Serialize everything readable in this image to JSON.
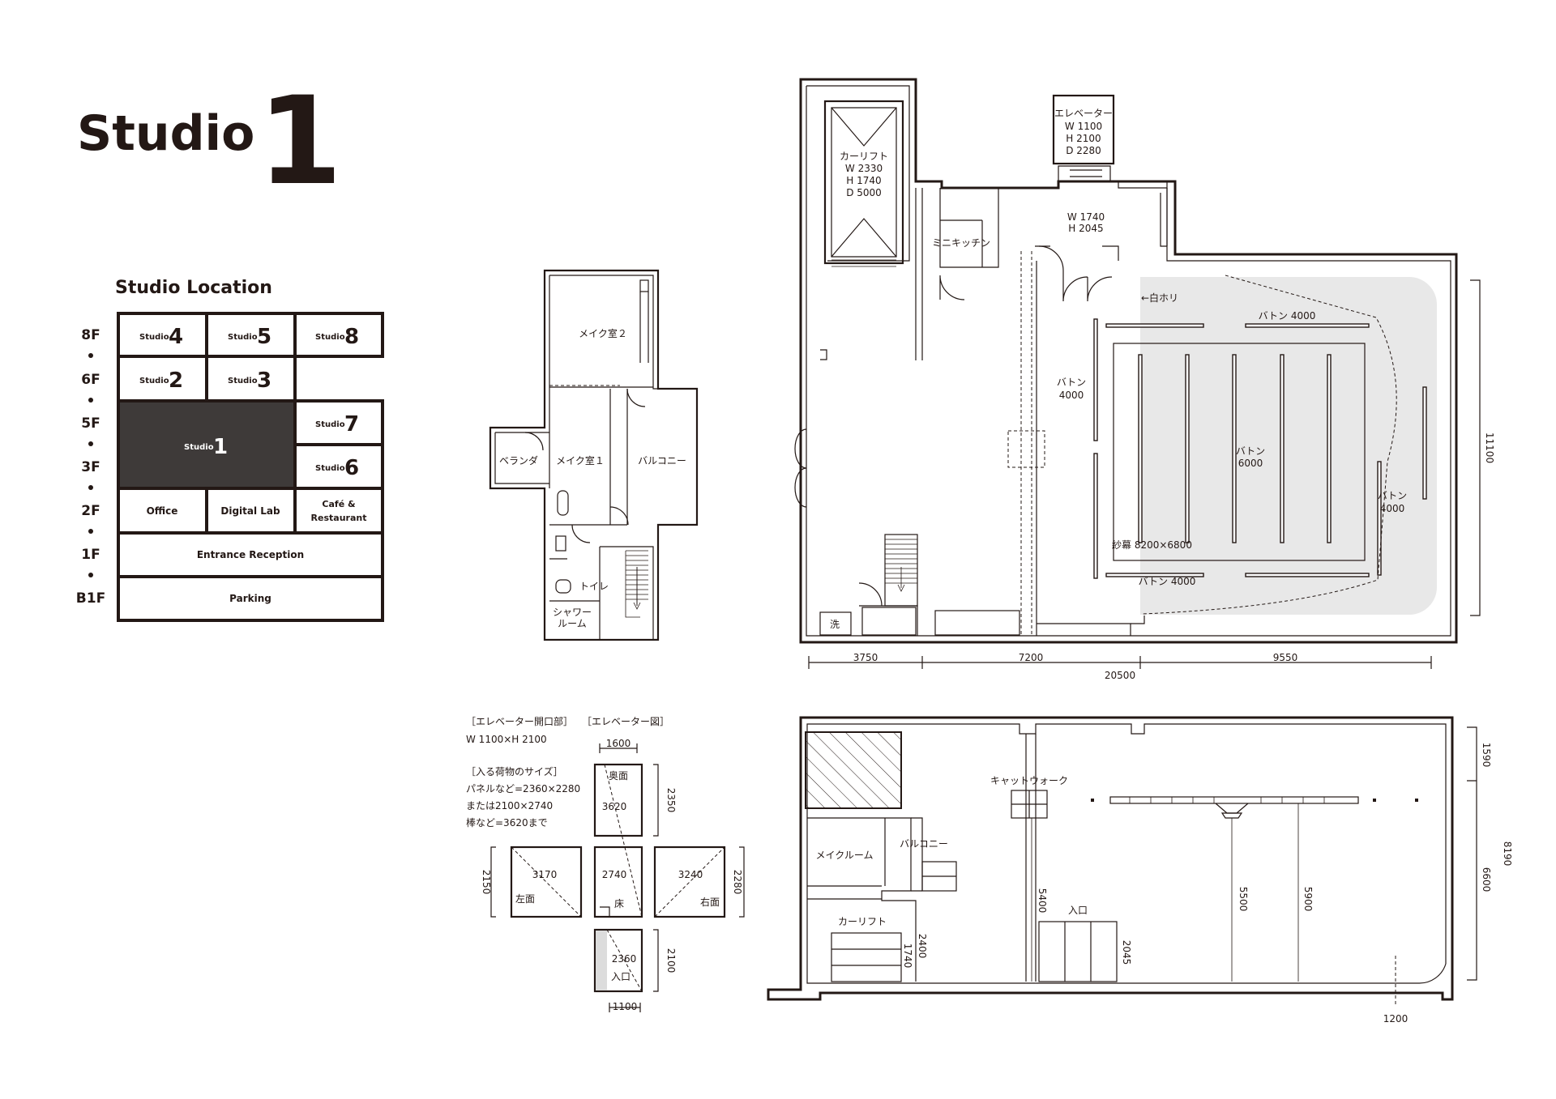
{
  "header": {
    "title_word": "Studio",
    "title_number": "1"
  },
  "location": {
    "heading": "Studio Location",
    "floors": [
      "8F",
      "6F",
      "5F",
      "3F",
      "2F",
      "1F",
      "B1F"
    ],
    "studio_prefix": "Studio",
    "studios": [
      {
        "num": "4"
      },
      {
        "num": "5"
      },
      {
        "num": "8"
      },
      {
        "num": "2"
      },
      {
        "num": "3"
      },
      {
        "num": "1"
      },
      {
        "num": "7"
      },
      {
        "num": "6"
      }
    ],
    "rooms": {
      "office": "Office",
      "digital_lab": "Digital Lab",
      "cafe_line1": "Café &",
      "cafe_line2": "Restaurant",
      "entrance": "Entrance  Reception",
      "parking": "Parking"
    },
    "colors": {
      "selected": "#3e3a39",
      "line": "#231815"
    }
  },
  "floorplan": {
    "car_lift": [
      "カーリフト",
      "W 2330",
      "H 1740",
      "D 5000"
    ],
    "elevator": [
      "エレベーター",
      "W 1100",
      "H 2100",
      "D 2280"
    ],
    "door": [
      "W 1740",
      "H 2045"
    ],
    "mini_kitchen": "ミニキッチン",
    "shirohori": "←白ホリ",
    "batons": {
      "top": "バトン 4000",
      "left": [
        "バトン",
        "4000"
      ],
      "center": [
        "バトン",
        "6000"
      ],
      "right": [
        "バトン",
        "4000"
      ],
      "bottom": "バトン 4000"
    },
    "curtain": "紗幕 8200×6800",
    "wash": "洗",
    "dims": [
      "3750",
      "7200",
      "9550"
    ],
    "total_width": "20500",
    "total_depth": "11100"
  },
  "makeup": {
    "room2": "メイク室２",
    "room1": "メイク室１",
    "veranda": "ベランダ",
    "balcony": "バルコニー",
    "toilet": "トイレ",
    "shower": [
      "シャワー",
      "ルーム"
    ]
  },
  "elevator_info": {
    "opening_heading": "［エレベーター開口部］",
    "diagram_heading": "［エレベーター図］",
    "opening_size": "W 1100×H 2100",
    "cargo_heading": "［入る荷物のサイズ］",
    "cargo": [
      "パネルなど=2360×2280",
      "または2100×2740",
      "棒など=3620まで"
    ],
    "diagram": {
      "top_width": "1600",
      "back_label": "奥面",
      "back_len": "3620",
      "back_side": "2350",
      "left_h": "2150",
      "left_len": "3170",
      "left_label": "左面",
      "floor_len": "2740",
      "floor_label": "床",
      "right_len": "3240",
      "right_label": "右面",
      "right_h": "2280",
      "front_len": "2360",
      "front_label": "入口",
      "front_side": "2100",
      "bottom_width": "1100"
    }
  },
  "section": {
    "catwalk": "キャットウォーク",
    "makeup_room": "メイクルーム",
    "balcony": "バルコニー",
    "car_lift": "カーリフト",
    "entrance": "入口",
    "dims_vertical": [
      "2400",
      "1740",
      "5400",
      "2045",
      "5500",
      "5900"
    ],
    "dims_right": [
      "1590",
      "8190",
      "6600"
    ],
    "dim_bottom": "1200"
  }
}
